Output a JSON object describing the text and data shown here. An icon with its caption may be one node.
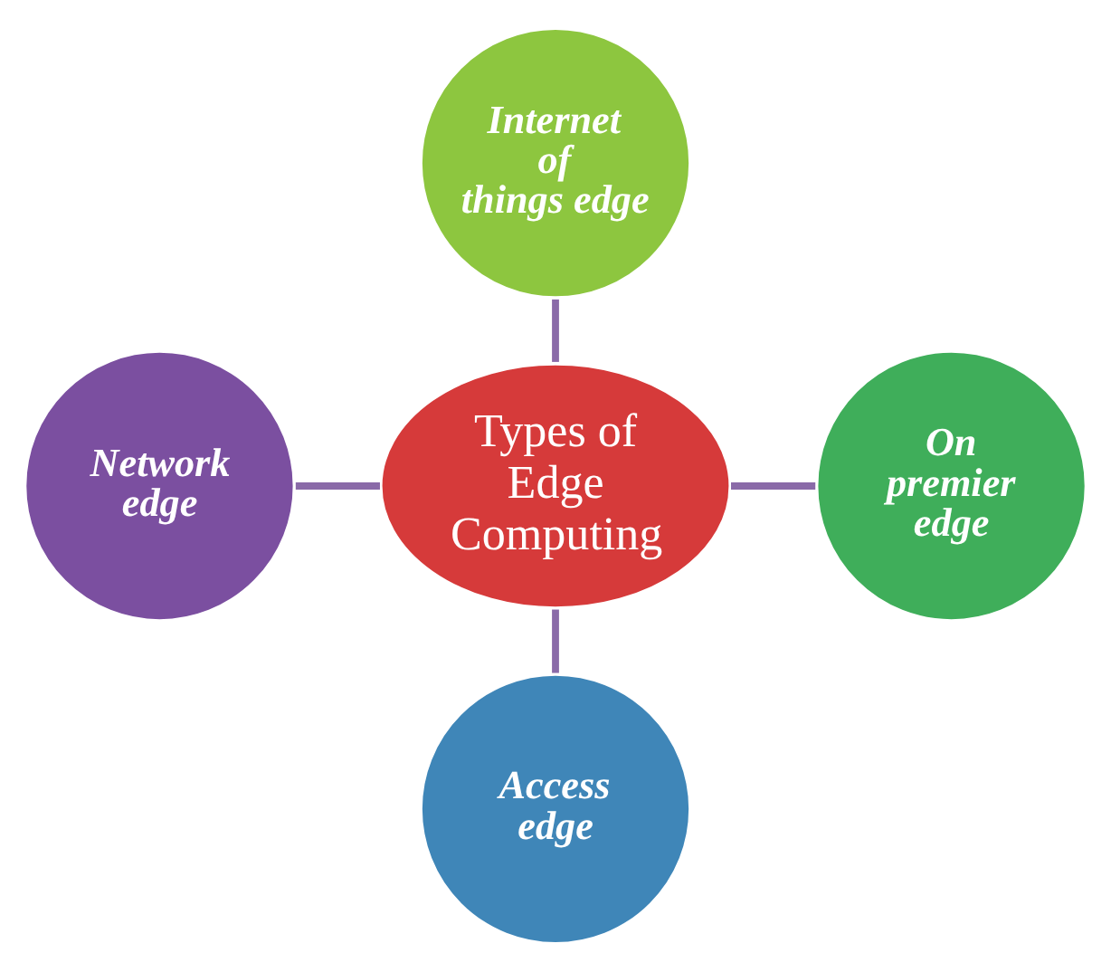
{
  "diagram": {
    "nodes": [
      {
        "text": [
          "Internet of things edge"
        ]
      },
      {
        "text": [
          "Network edge"
        ]
      },
      {
        "text": [
          "Types of Edge Computing"
        ]
      },
      {
        "text": [
          "On premier edge"
        ]
      },
      {
        "text": [
          "Access edge"
        ]
      }
    ],
    "edges": [
      {
        "from": 0,
        "to": 2,
        "arrow": "none"
      },
      {
        "from": 1,
        "to": 2,
        "arrow": "none"
      },
      {
        "from": 2,
        "to": 3,
        "arrow": "none"
      },
      {
        "from": 2,
        "to": 4,
        "arrow": "none"
      }
    ]
  }
}
